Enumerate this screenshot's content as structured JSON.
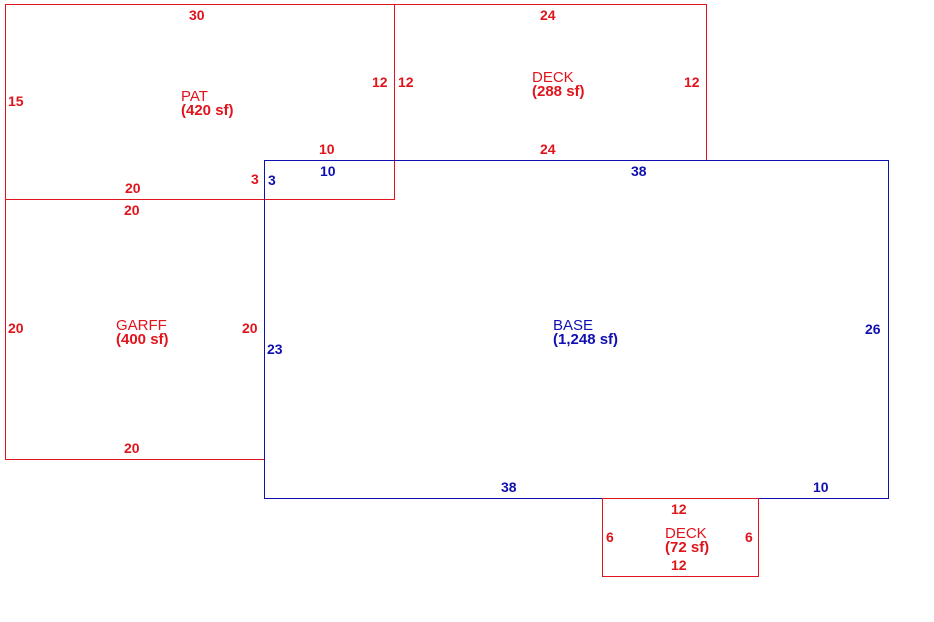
{
  "colors": {
    "red": "#e0141c",
    "blue": "#1010b0"
  },
  "rooms": {
    "pat": {
      "name": "PAT",
      "area": "(420 sf)",
      "top": "30",
      "left": "15",
      "right": "12",
      "right_lower": "10",
      "bottom": "20",
      "step": "3"
    },
    "deck_top": {
      "name": "DECK",
      "area": "(288 sf)",
      "top": "24",
      "left": "12",
      "right": "12",
      "bottom": "24"
    },
    "garff": {
      "name": "GARFF",
      "area": "(400 sf)",
      "top": "20",
      "left": "20",
      "right": "20",
      "bottom": "20"
    },
    "base": {
      "name": "BASE",
      "area": "(1,248 sf)",
      "top_left": "10",
      "top_right": "38",
      "left_step": "3",
      "left": "23",
      "right": "26",
      "bottom_left": "38",
      "bottom_right": "10"
    },
    "deck_bottom": {
      "name": "DECK",
      "area": "(72 sf)",
      "top": "12",
      "left": "6",
      "right": "6",
      "bottom": "12"
    }
  }
}
